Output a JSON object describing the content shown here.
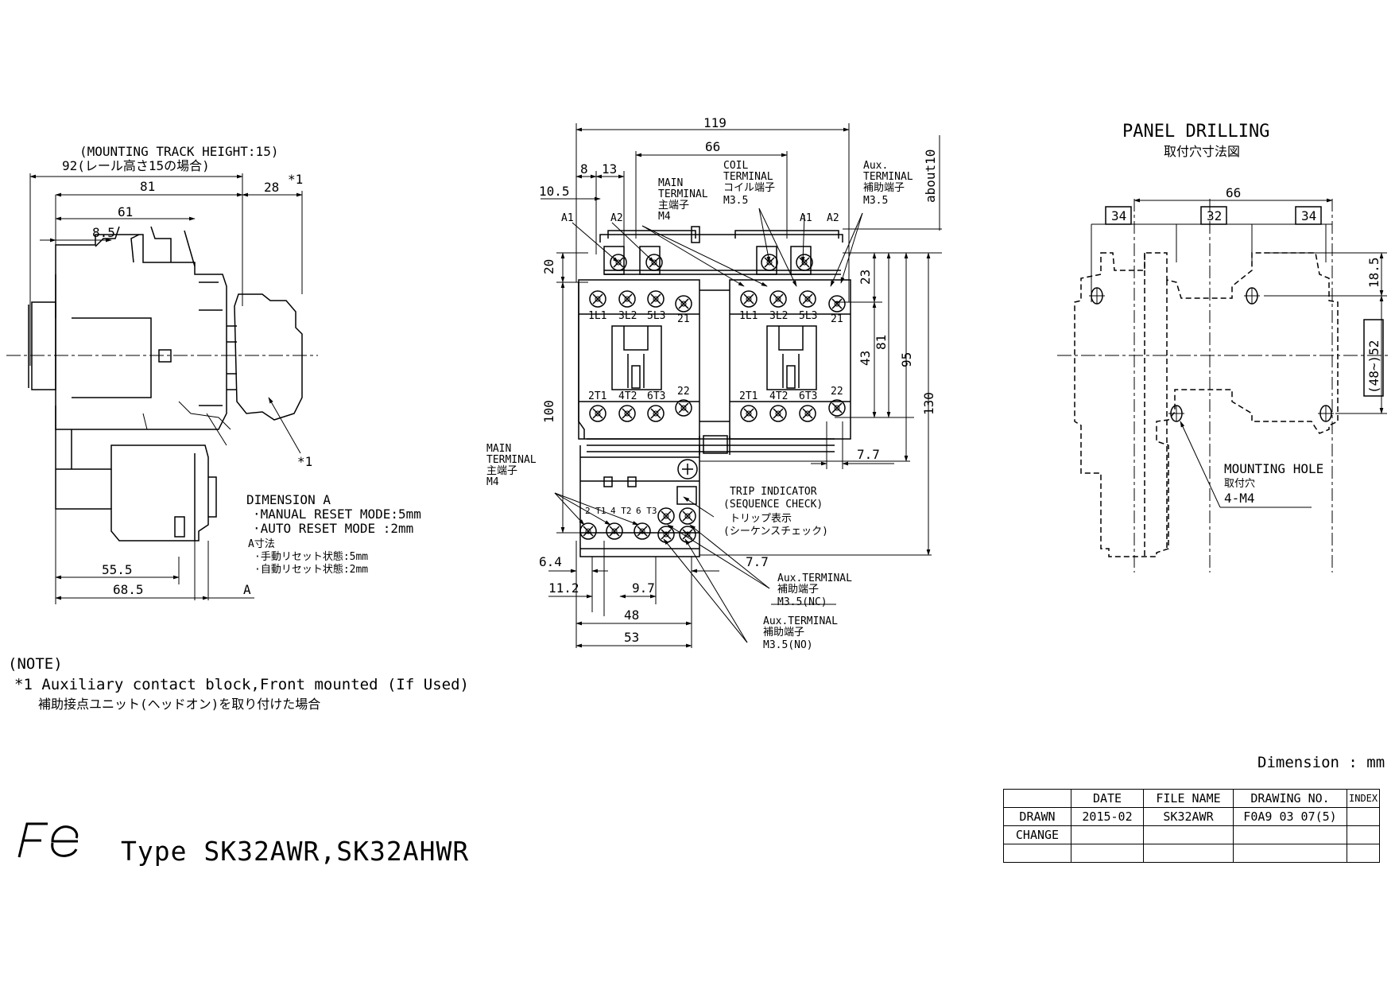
{
  "left_view": {
    "mounting_track_height": "(MOUNTING TRACK HEIGHT:15)",
    "rail_note": "92(レール高さ15の場合)",
    "dim_81": "81",
    "dim_28": "28",
    "star1_top": "*1",
    "dim_61": "61",
    "dim_8_5": "8.5",
    "star1_side": "*1",
    "dim_55_5": "55.5",
    "dim_68_5": "68.5",
    "dim_a": "A",
    "dimension_a_title": "DIMENSION A",
    "manual_reset": "·MANUAL RESET MODE:5mm",
    "auto_reset": "·AUTO RESET MODE  :2mm",
    "a_sunpo": "A寸法",
    "manual_jp": "·手動リセット状態:5mm",
    "auto_jp": "·自動リセット状態:2mm"
  },
  "center_view": {
    "dim_119": "119",
    "dim_66": "66",
    "dim_8": "8",
    "dim_13": "13",
    "dim_10_5": "10.5",
    "about10": "about10",
    "main_terminal_en": "MAIN",
    "main_terminal_en2": "TERMINAL",
    "main_terminal_jp": "主端子",
    "main_terminal_m4": "M4",
    "coil_terminal": "COIL",
    "coil_terminal2": "TERMINAL",
    "coil_jp": "コイル端子",
    "coil_m35": "M3.5",
    "aux_terminal": "Aux.",
    "aux_terminal2": "TERMINAL",
    "aux_jp": "補助端子",
    "aux_m35": "M3.5",
    "a1": "A1",
    "a2": "A2",
    "dim_20": "20",
    "dim_23": "23",
    "dim_43": "43",
    "dim_81": "81",
    "dim_95": "95",
    "dim_130": "130",
    "dim_100": "100",
    "dim_7_7_top": "7.7",
    "l1": "1L1",
    "l2": "3L2",
    "l3": "5L3",
    "n21": "21",
    "t1": "2T1",
    "t2": "4T2",
    "t3": "6T3",
    "n22": "22",
    "ol_t1": "2 T1",
    "ol_t2": "4 T2",
    "ol_t3": "6 T3",
    "main2_en": "MAIN",
    "main2_en2": "TERMINAL",
    "main2_jp": "主端子",
    "main2_m4": "M4",
    "trip_indicator": "TRIP INDICATOR",
    "sequence_check": "(SEQUENCE CHECK)",
    "trip_jp": "トリップ表示",
    "seq_jp": "(シーケンスチェック)",
    "dim_6_4": "6.4",
    "dim_7_7_bot": "7.7",
    "dim_11_2": "11.2",
    "dim_9_7": "9.7",
    "dim_48": "48",
    "dim_53": "53",
    "aux_nc_1": "Aux.TERMINAL",
    "aux_nc_2": "補助端子",
    "aux_nc_3": "M3.5(NC)",
    "aux_no_1": "Aux.TERMINAL",
    "aux_no_2": "補助端子",
    "aux_no_3": "M3.5(NO)"
  },
  "panel_drilling": {
    "title": "PANEL DRILLING",
    "title_jp": "取付穴寸法図",
    "dim_66": "66",
    "box_34_left": "34",
    "box_32": "32",
    "box_34_right": "34",
    "dim_18_5": "18.5",
    "dim_48_52": "(48~)52",
    "mounting_hole": "MOUNTING HOLE",
    "mounting_hole_jp": "取付穴",
    "hole_spec": "4-M4"
  },
  "notes": {
    "heading": "(NOTE)",
    "line1": "*1 Auxiliary contact block,Front mounted (If Used)",
    "line2": "補助接点ユニット(ヘッドオン)を取り付けた場合"
  },
  "dimension_unit": "Dimension : mm",
  "type_label": "Type SK32AWR,SK32AHWR",
  "title_block": {
    "headers": [
      "",
      "DATE",
      "FILE NAME",
      "DRAWING NO.",
      "INDEX"
    ],
    "rows": [
      [
        "DRAWN",
        "2015-02",
        "SK32AWR",
        "F0A9 03 07(5)",
        ""
      ],
      [
        "CHANGE",
        "",
        "",
        "",
        ""
      ],
      [
        "",
        "",
        "",
        "",
        ""
      ]
    ]
  }
}
